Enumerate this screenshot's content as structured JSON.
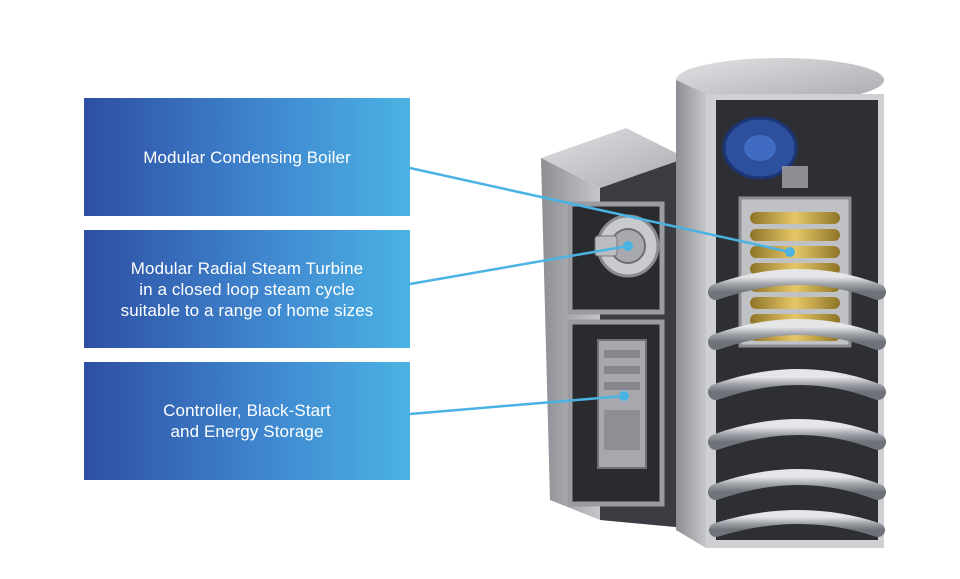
{
  "labels": {
    "boiler": "Modular Condensing Boiler",
    "turbine": "Modular Radial Steam Turbine\nin a closed loop steam cycle\nsuitable to a range of home sizes",
    "controller": "Controller, Black-Start\nand Energy Storage"
  },
  "colors": {
    "box_gradient_start": "#2e4fa3",
    "box_gradient_end": "#4bb3e3",
    "leader_line": "#4bb3e3",
    "label_text": "#ffffff",
    "housing": "#b9b9bd",
    "coil_gold": "#c8a54a",
    "coil_steel": "#a9acb2",
    "fan_blue": "#2c4f9e"
  },
  "icons": {
    "pointer_dot": "callout-dot-icon",
    "fan": "blower-fan-icon"
  }
}
